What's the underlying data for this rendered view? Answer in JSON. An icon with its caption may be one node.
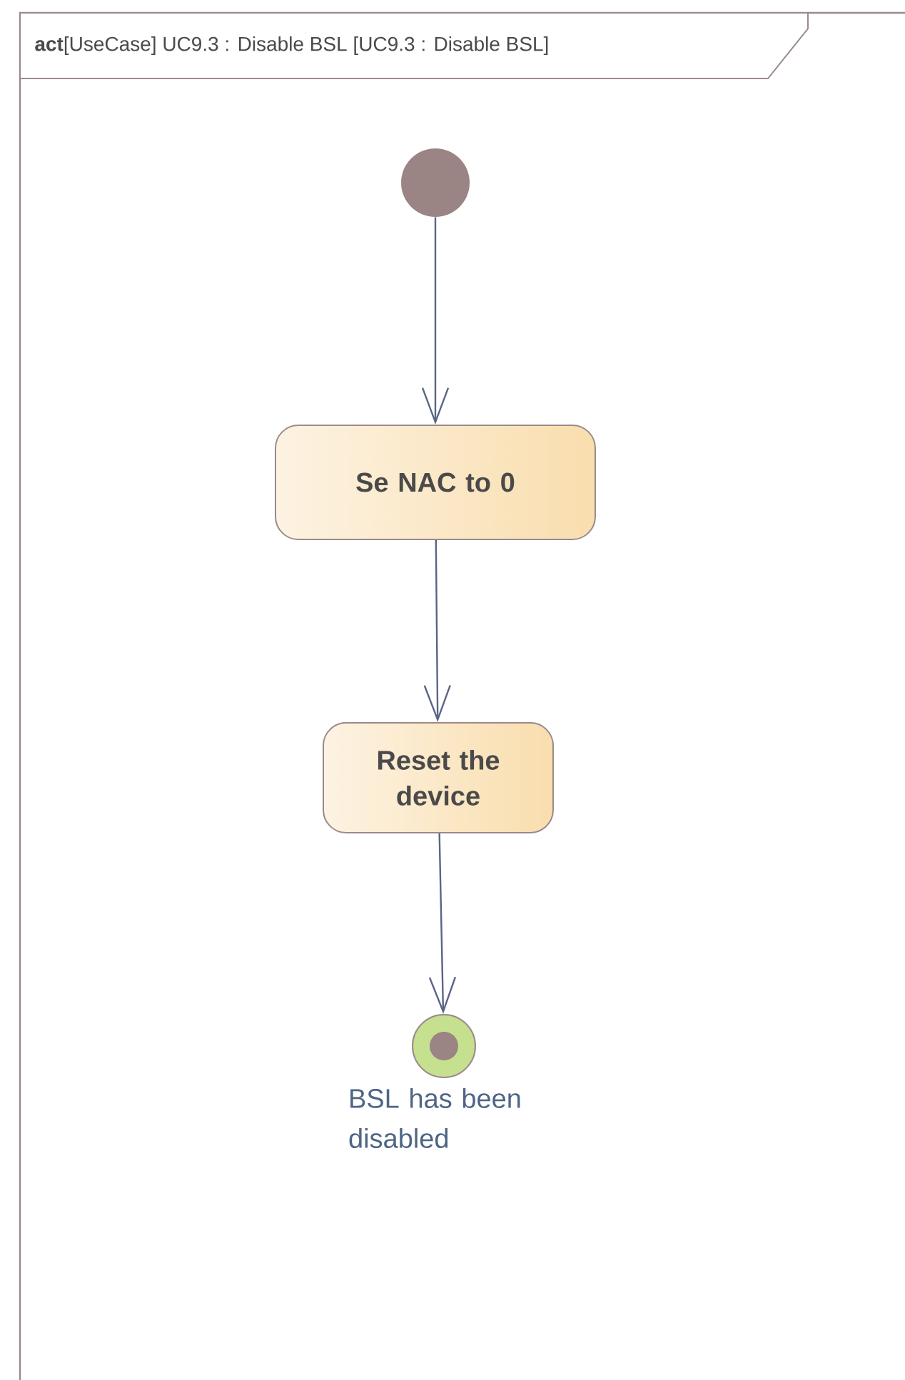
{
  "diagram": {
    "title": "**act**[UseCase] UC9.3 : Disable BSL [UC9.3 : Disable BSL]",
    "nodes": [
      {
        "text": [],
        "shape": "circle"
      },
      {
        "text": [
          "Se NAC to 0"
        ]
      },
      {
        "text": [
          "Reset the device"
        ]
      },
      {
        "text": [],
        "shape": "circle",
        "beside": [
          "BSL has been disabled"
        ]
      }
    ],
    "edges": [
      {
        "from": 0,
        "to": 1,
        "arrow": "to"
      },
      {
        "from": 1,
        "to": 2,
        "arrow": "to"
      },
      {
        "from": 2,
        "to": 3,
        "arrow": "to"
      }
    ]
  }
}
